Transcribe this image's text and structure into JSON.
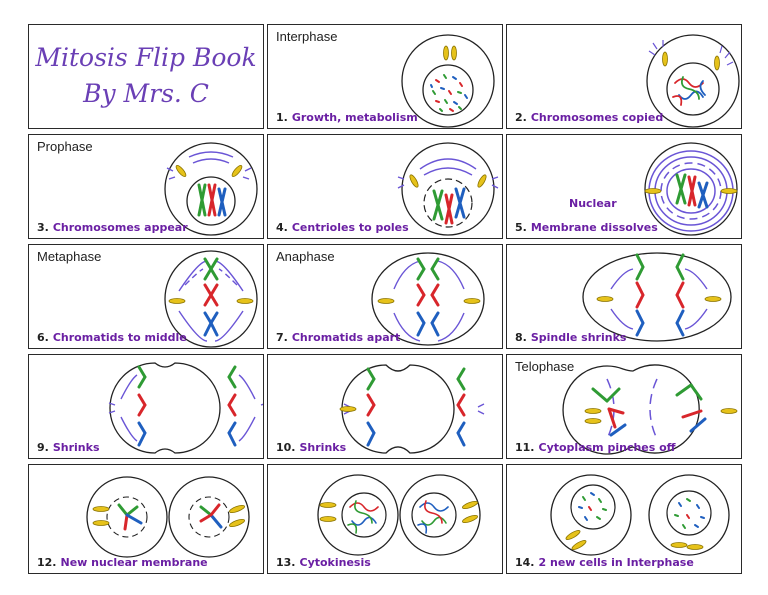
{
  "title": {
    "line1": "Mitosis Flip Book",
    "line2": "By Mrs. C"
  },
  "colors": {
    "caption": "#6a1fa3",
    "spindle": "#6a55d6",
    "chrom_red": "#d8262b",
    "chrom_green": "#2f9b34",
    "chrom_blue": "#1f5fbf",
    "centriole": "#e6c21a"
  },
  "cells": [
    {
      "num": "1.",
      "phase": "Interphase",
      "caption": "Growth, metabolism"
    },
    {
      "num": "2.",
      "phase": "",
      "caption": "Chromosomes copied"
    },
    {
      "num": "3.",
      "phase": "Prophase",
      "caption": "Chromosomes appear"
    },
    {
      "num": "4.",
      "phase": "",
      "caption": "Centrioles to poles"
    },
    {
      "num": "5.",
      "phase": "",
      "caption": "Membrane dissolves",
      "extra": "Nuclear"
    },
    {
      "num": "6.",
      "phase": "Metaphase",
      "caption": "Chromatids to middle"
    },
    {
      "num": "7.",
      "phase": "Anaphase",
      "caption": "Chromatids apart"
    },
    {
      "num": "8.",
      "phase": "",
      "caption": "Spindle shrinks"
    },
    {
      "num": "9.",
      "phase": "",
      "caption": "Shrinks"
    },
    {
      "num": "10.",
      "phase": "",
      "caption": "Shrinks"
    },
    {
      "num": "11.",
      "phase": "Telophase",
      "caption": "Cytoplasm pinches off"
    },
    {
      "num": "12.",
      "phase": "",
      "caption": "New nuclear membrane"
    },
    {
      "num": "13.",
      "phase": "",
      "caption": "Cytokinesis"
    },
    {
      "num": "14.",
      "phase": "",
      "caption": "2 new cells in Interphase"
    }
  ]
}
